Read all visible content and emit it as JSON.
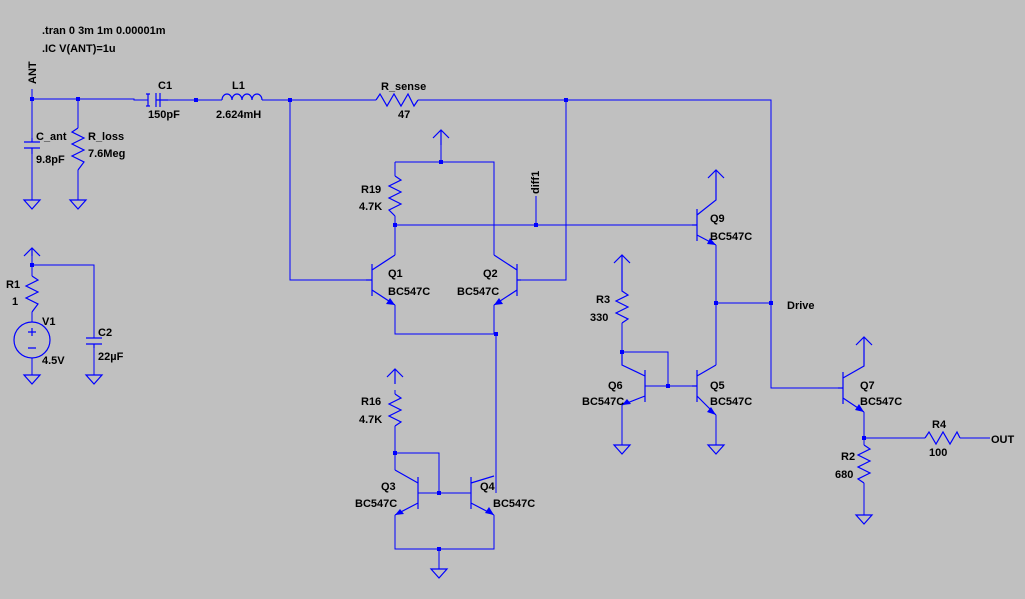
{
  "directives": {
    "tran": ".tran 0 3m 1m 0.00001m",
    "ic": ".IC V(ANT)=1u"
  },
  "nets": {
    "ant": "ANT",
    "diff1": "diff1",
    "drive": "Drive",
    "out": "OUT"
  },
  "parts": {
    "c1": {
      "ref": "C1",
      "value": "150pF"
    },
    "l1": {
      "ref": "L1",
      "value": "2.624mH"
    },
    "rsense": {
      "ref": "R_sense",
      "value": "47"
    },
    "cant": {
      "ref": "C_ant",
      "value": "9.8pF"
    },
    "rloss": {
      "ref": "R_loss",
      "value": "7.6Meg"
    },
    "r19": {
      "ref": "R19",
      "value": "4.7K"
    },
    "q1": {
      "ref": "Q1",
      "value": "BC547C"
    },
    "q2": {
      "ref": "Q2",
      "value": "BC547C"
    },
    "q9": {
      "ref": "Q9",
      "value": "BC547C"
    },
    "r1": {
      "ref": "R1",
      "value": "1"
    },
    "v1": {
      "ref": "V1",
      "value": "4.5V"
    },
    "c2": {
      "ref": "C2",
      "value": "22µF"
    },
    "r3": {
      "ref": "R3",
      "value": "330"
    },
    "q6": {
      "ref": "Q6",
      "value": "BC547C"
    },
    "q5": {
      "ref": "Q5",
      "value": "BC547C"
    },
    "r16": {
      "ref": "R16",
      "value": "4.7K"
    },
    "q3": {
      "ref": "Q3",
      "value": "BC547C"
    },
    "q4": {
      "ref": "Q4",
      "value": "BC547C"
    },
    "q7": {
      "ref": "Q7",
      "value": "BC547C"
    },
    "r4": {
      "ref": "R4",
      "value": "100"
    },
    "r2": {
      "ref": "R2",
      "value": "680"
    }
  }
}
